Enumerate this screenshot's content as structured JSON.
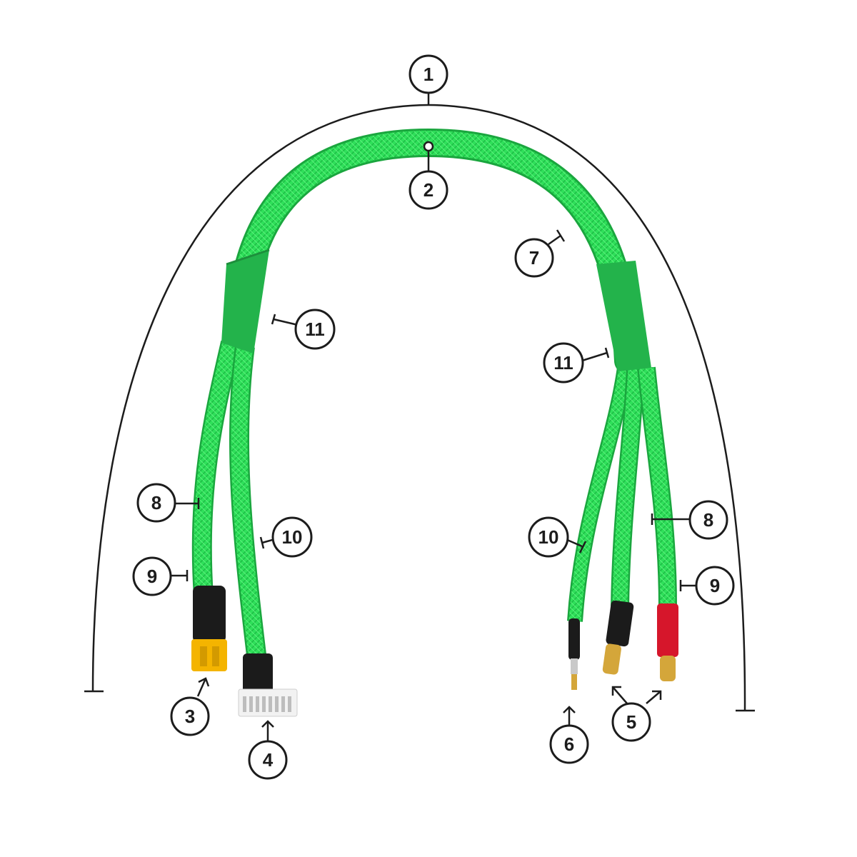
{
  "colors": {
    "sleeve": "#2fe05a",
    "sleeve_dark": "#1aa63e",
    "shrink": "#23b34b",
    "ink": "#1c1c1c",
    "xt_connector": "#f4b400",
    "heatshrink_black": "#1b1b1b",
    "heatshrink_red": "#d6162b",
    "gold_plug": "#d4a63a",
    "balance_plug": "#f2f2f2"
  },
  "brand_print": "",
  "callouts": [
    {
      "id": "c1",
      "label": "1"
    },
    {
      "id": "c2",
      "label": "2"
    },
    {
      "id": "c3",
      "label": "3"
    },
    {
      "id": "c4",
      "label": "4"
    },
    {
      "id": "c5",
      "label": "5"
    },
    {
      "id": "c6",
      "label": "6"
    },
    {
      "id": "c7",
      "label": "7"
    },
    {
      "id": "c8a",
      "label": "8"
    },
    {
      "id": "c8b",
      "label": "8"
    },
    {
      "id": "c9a",
      "label": "9"
    },
    {
      "id": "c9b",
      "label": "9"
    },
    {
      "id": "c10a",
      "label": "10"
    },
    {
      "id": "c10b",
      "label": "10"
    },
    {
      "id": "c11a",
      "label": "11"
    },
    {
      "id": "c11b",
      "label": "11"
    }
  ],
  "icons": {
    "xt_connector": "xt-connector-icon",
    "balance_plug": "balance-plug-icon",
    "banana_plug": "banana-plug-icon",
    "pin_plug": "pin-plug-icon"
  }
}
